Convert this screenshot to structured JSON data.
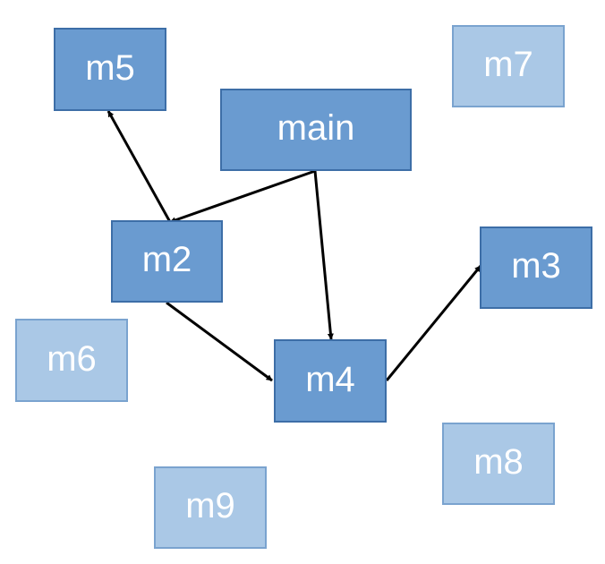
{
  "diagram": {
    "modules": {
      "main": {
        "label": "main",
        "style": "linked"
      },
      "m2": {
        "label": "m2",
        "style": "linked"
      },
      "m3": {
        "label": "m3",
        "style": "linked"
      },
      "m4": {
        "label": "m4",
        "style": "linked"
      },
      "m5": {
        "label": "m5",
        "style": "linked"
      },
      "m6": {
        "label": "m6",
        "style": "unlinked"
      },
      "m7": {
        "label": "m7",
        "style": "unlinked"
      },
      "m8": {
        "label": "m8",
        "style": "unlinked"
      },
      "m9": {
        "label": "m9",
        "style": "unlinked"
      }
    },
    "edges": [
      {
        "from": "main",
        "to": "m2"
      },
      {
        "from": "main",
        "to": "m4"
      },
      {
        "from": "m2",
        "to": "m5"
      },
      {
        "from": "m2",
        "to": "m4"
      },
      {
        "from": "m4",
        "to": "m3"
      }
    ],
    "colors": {
      "linked_fill": "#6a9bd0",
      "unlinked_fill": "#aac8e6",
      "edge": "#000000",
      "text": "#ffffff"
    }
  }
}
